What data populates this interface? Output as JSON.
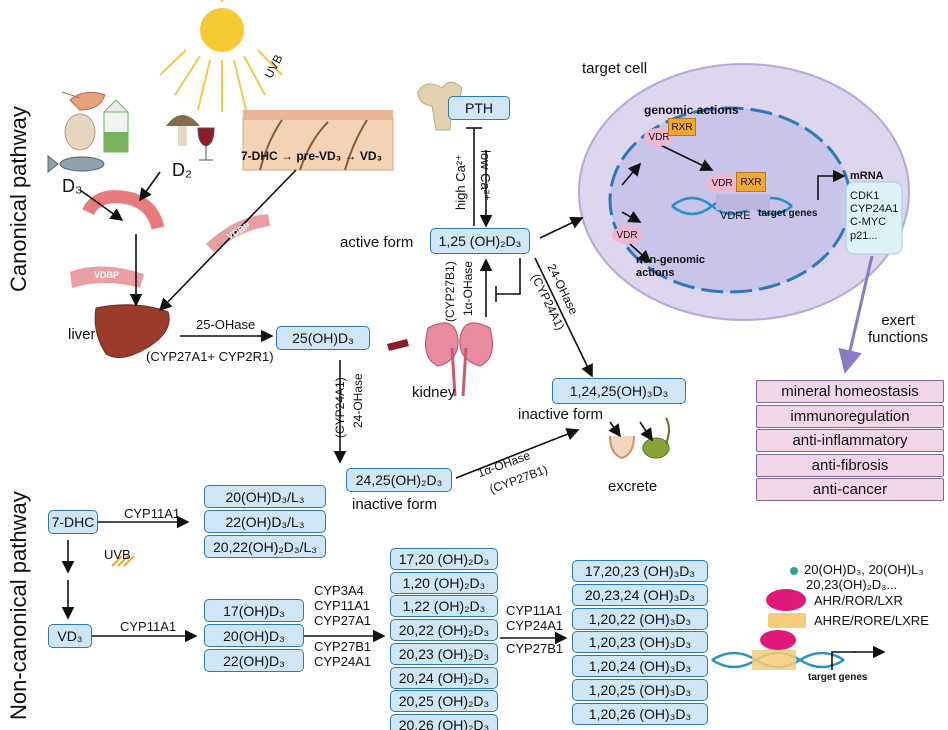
{
  "side_labels": {
    "canonical": "Canonical pathway",
    "noncanonical": "Non-canonical pathway"
  },
  "canonical": {
    "uvb": "UVB",
    "skin_text": "7-DHC → pre-VD₃ → VD₃",
    "d3": "D₃",
    "d2": "D₂",
    "vdbp_1": "VDBP",
    "vdbp_2": "VDBP",
    "liver": "liver",
    "enzyme_25": "25-OHase",
    "enzyme_25_genes": "(CYP27A1+ CYP2R1)",
    "box_25oh": "25(OH)D₃",
    "kidney": "kidney",
    "pth": "PTH",
    "high_ca": "high Ca²⁺",
    "low_ca": "low Ca²⁺",
    "active_form": "active form",
    "box_125": "1,25 (OH)₂D₃",
    "one_alpha": "1α-OHase",
    "cyp27b1": "(CYP27B1)",
    "ohase24_a": "24-OHase",
    "cyp24a1_a": "(CYP24A1)",
    "ohase24_b": "24-OHase",
    "cyp24a1_b": "(CYP24A1)",
    "box_2425": "24,25(OH)₂D₃",
    "inactive_1": "inactive form",
    "box_12425": "1,24,25(OH)₃D₃",
    "inactive_2": "inactive form",
    "one_alpha_2": "1α-OHase",
    "cyp27b1_2": "(CYP27B1)",
    "excrete": "excrete"
  },
  "target_cell": {
    "title": "target cell",
    "genomic": "genomic  actions",
    "vdr": "VDR",
    "rxr": "RXR",
    "vdr2": "VDR",
    "rxr2": "RXR",
    "vdre": "VDRE",
    "target_genes": "target genes",
    "mrna": "mRNA",
    "vdr3": "VDR",
    "non_genomic": "non-genomic\nactions",
    "genes_list": [
      "CDK1",
      "CYP24A1",
      "C-MYC",
      "p21..."
    ],
    "exert": "exert\nfunctions"
  },
  "functions": [
    "mineral homeostasis",
    "immunoregulation",
    "anti-inflammatory",
    "anti-fibrosis",
    "anti-cancer"
  ],
  "noncanonical": {
    "box_7dhc": "7-DHC",
    "cyp11a1_a": "CYP11A1",
    "uvb": "UVB",
    "l3_boxes": [
      "20(OH)D₃/L₃",
      "22(OH)D₃/L₃",
      "20,22(OH)₂D₃/L₃"
    ],
    "box_vd3": "VD₃",
    "cyp11a1_b": "CYP11A1",
    "mono_boxes": [
      "17(OH)D₃",
      "20(OH)D₃",
      "22(OH)D₃"
    ],
    "enz_mid_top": [
      "CYP3A4",
      "CYP11A1",
      "CYP27A1"
    ],
    "enz_mid_bottom": [
      "CYP27B1",
      "CYP24A1"
    ],
    "di_boxes": [
      "17,20 (OH)₂D₃",
      "1,20 (OH)₂D₃",
      "1,22 (OH)₂D₃",
      "20,22 (OH)₂D₃",
      "20,23 (OH)₂D₃",
      "20,24 (OH)₂D₃",
      "20,25 (OH)₂D₃",
      "20,26 (OH)₂D₃"
    ],
    "enz_right_top": [
      "CYP11A1",
      "CYP24A1"
    ],
    "enz_right_bottom": "CYP27B1",
    "tri_boxes": [
      "17,20,23 (OH)₃D₃",
      "20,23,24 (OH)₃D₃",
      "1,20,22 (OH)₃D₃",
      "1,20,23 (OH)₃D₃",
      "1,20,24 (OH)₃D₃",
      "1,20,25 (OH)₃D₃",
      "1,20,26 (OH)₃D₃"
    ],
    "legend_ligands_1": "20(OH)D₃, 20(OH)L₃",
    "legend_ligands_2": "20,23(OH)₂D₃...",
    "legend_receptors": "AHR/ROR/LXR",
    "legend_elements": "AHRE/RORE/LXRE",
    "target_genes": "target genes"
  },
  "colors": {
    "box_fill": "#cfe6f7",
    "box_border": "#2f78b7",
    "function_fill": "#f2d5e6",
    "cell_fill": "#ddd6ee",
    "nucleus_fill": "#c8c4ea",
    "receptor_pink": "#e0187a",
    "rxr_orange": "#f0a830",
    "dna_blue": "#2b8fc9"
  }
}
